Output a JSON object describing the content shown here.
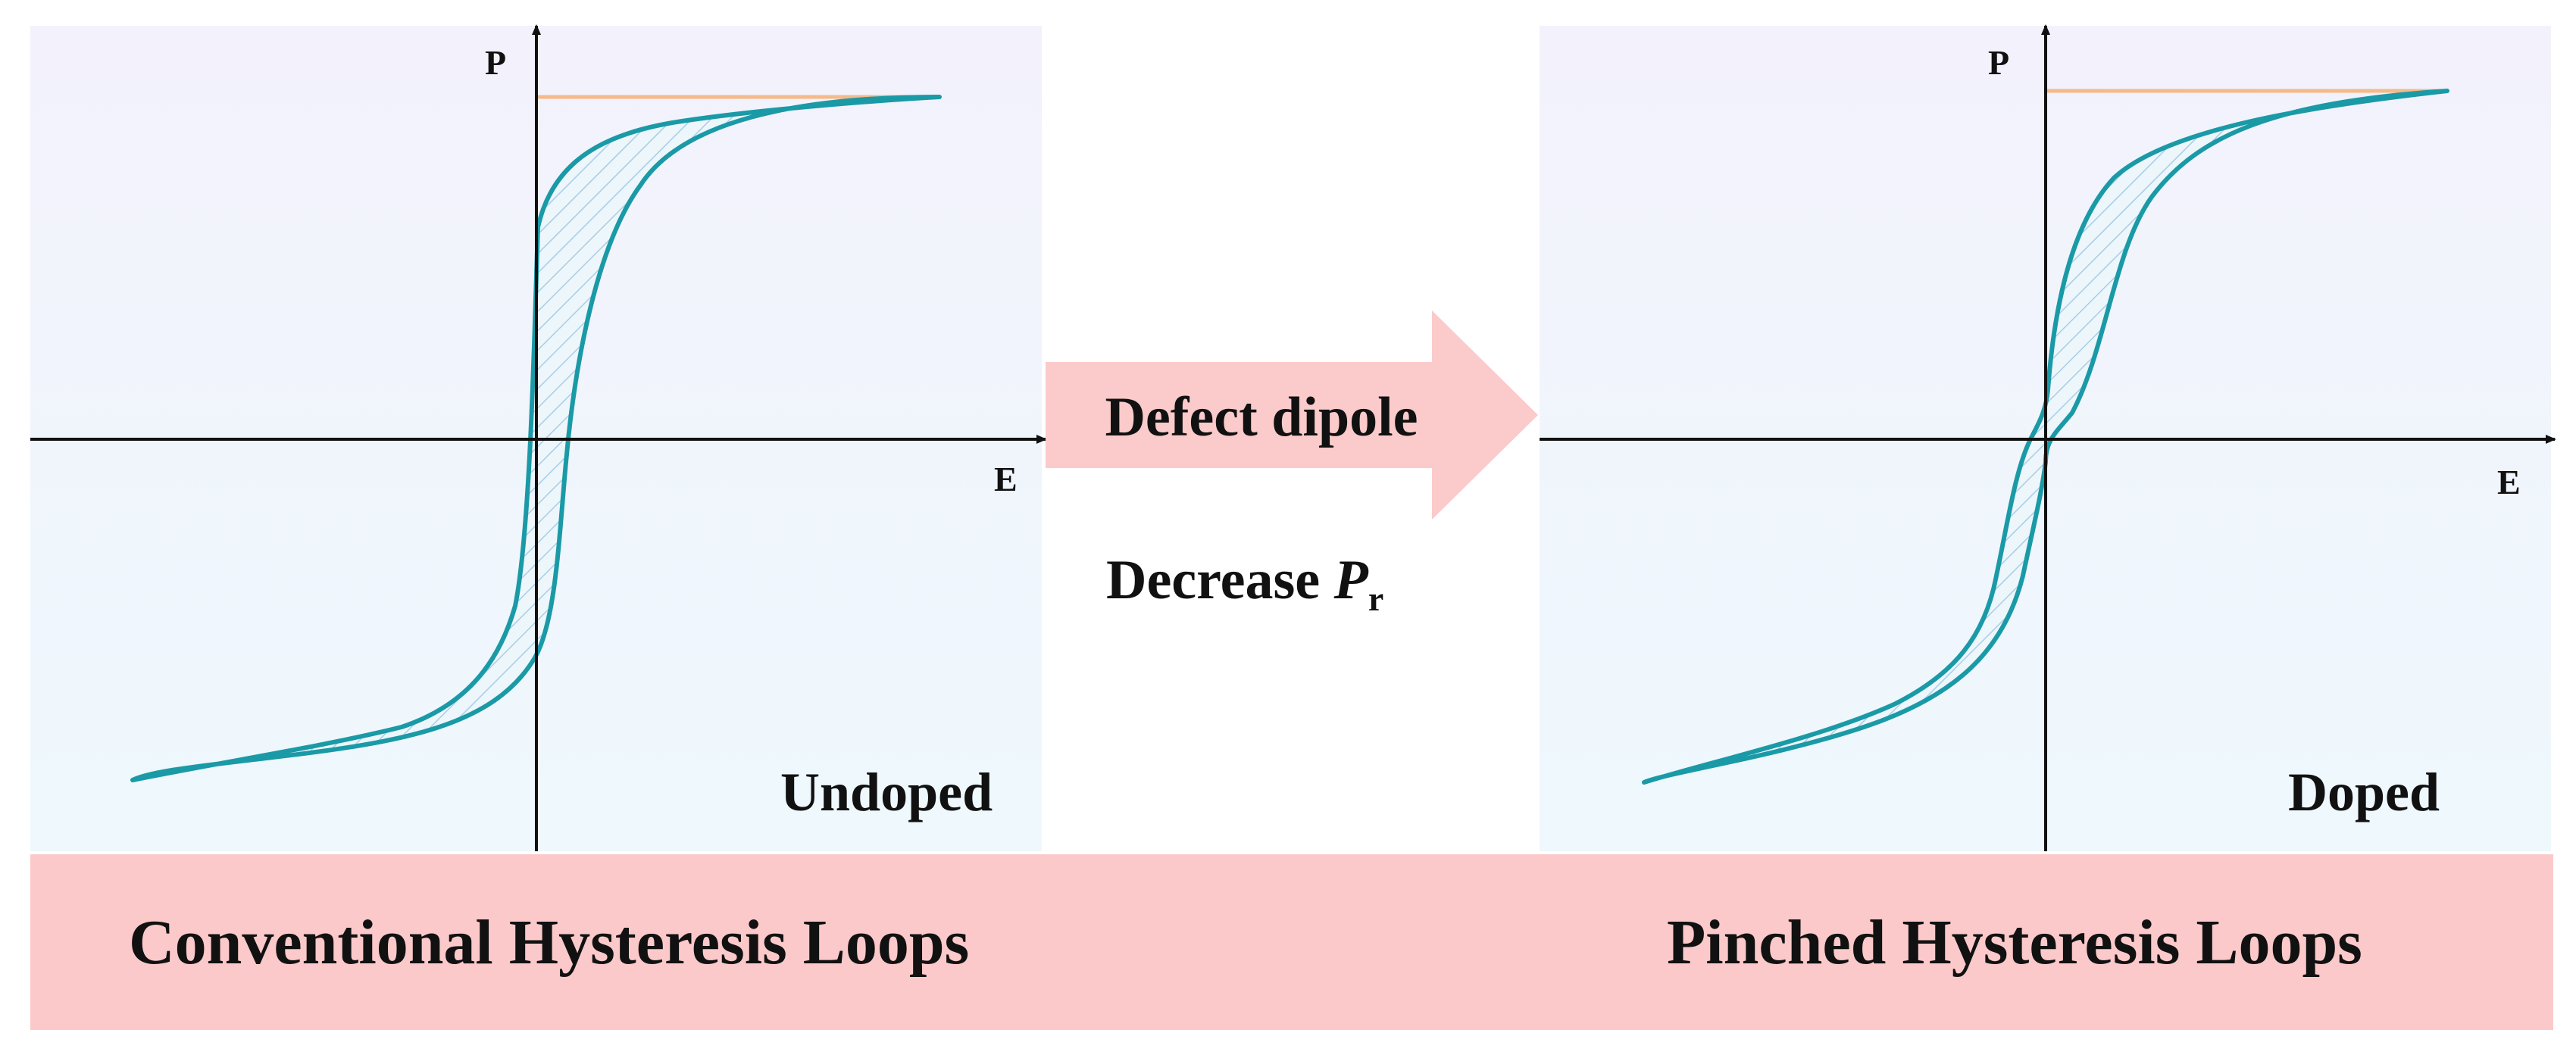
{
  "left_panel": {
    "y_axis_label": "P",
    "x_axis_label": "E",
    "tag": "Undoped"
  },
  "right_panel": {
    "y_axis_label": "P",
    "x_axis_label": "E",
    "tag": "Doped"
  },
  "arrow": {
    "label": "Defect dipole"
  },
  "caption": {
    "text": "Decrease ",
    "symbol": "P",
    "subscript": "r"
  },
  "banner": {
    "left_title": "Conventional Hysteresis Loops",
    "right_title": "Pinched Hysteresis Loops"
  },
  "colors": {
    "loop_stroke": "#1a9aa6",
    "saturation_line": "#f5b98a",
    "arrow_fill": "#fbcaca",
    "banner_fill": "#fbc9ca",
    "panel_top": "#f3f2fc",
    "panel_bottom": "#eef8fd"
  }
}
